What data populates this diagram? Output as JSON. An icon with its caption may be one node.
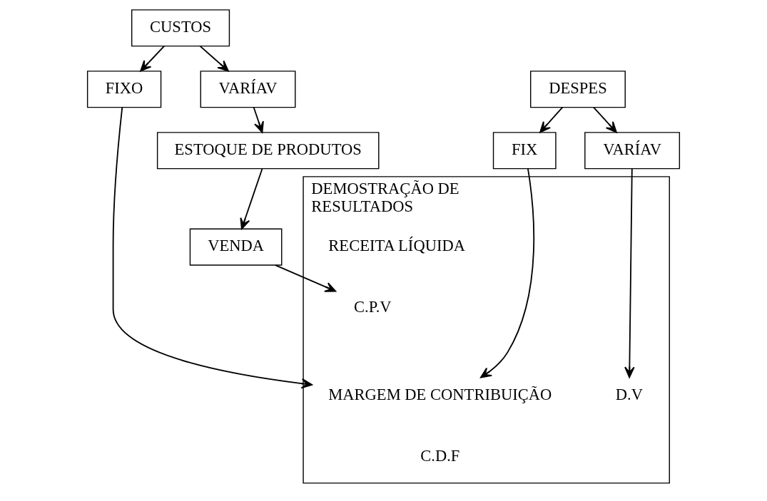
{
  "diagram": {
    "nodes": [
      {
        "text": [
          "CUSTOS"
        ]
      },
      {
        "text": [
          "FIXO"
        ]
      },
      {
        "text": [
          "VARÍAV"
        ]
      },
      {
        "text": [
          "DESPES"
        ]
      },
      {
        "text": [
          "FIX"
        ]
      },
      {
        "text": [
          "VARÍAV"
        ]
      },
      {
        "text": [
          "ESTOQUE DE PRODUTOS"
        ]
      },
      {
        "text": [
          "VENDA"
        ]
      },
      {
        "text": [
          "DEMOSTRAÇÃO DE RESULTADOS"
        ]
      },
      {
        "text": [
          "RECEITA LÍQUIDA"
        ],
        "in": 8
      },
      {
        "text": [
          "C.P.V"
        ],
        "in": 8
      },
      {
        "text": [
          "D.V"
        ],
        "in": 8
      },
      {
        "text": [
          "MARGEM DE CONTRIBUIÇÃO"
        ],
        "in": 8
      },
      {
        "text": [
          "C.D.F"
        ],
        "in": 8
      }
    ],
    "edges": [
      {
        "from": 0,
        "to": 1,
        "arrow": "to"
      },
      {
        "from": 0,
        "to": 2,
        "arrow": "to"
      },
      {
        "from": 3,
        "to": 4,
        "arrow": "to"
      },
      {
        "from": 3,
        "to": 5,
        "arrow": "to"
      },
      {
        "from": 2,
        "to": 6,
        "arrow": "to"
      },
      {
        "from": 6,
        "to": 7,
        "arrow": "to"
      },
      {
        "from": 7,
        "to": 10,
        "arrow": "to"
      },
      {
        "from": 5,
        "to": 11,
        "arrow": "to"
      },
      {
        "from": 1,
        "to": 12,
        "arrow": "to"
      },
      {
        "from": 4,
        "to": 12,
        "arrow": "to"
      }
    ]
  }
}
